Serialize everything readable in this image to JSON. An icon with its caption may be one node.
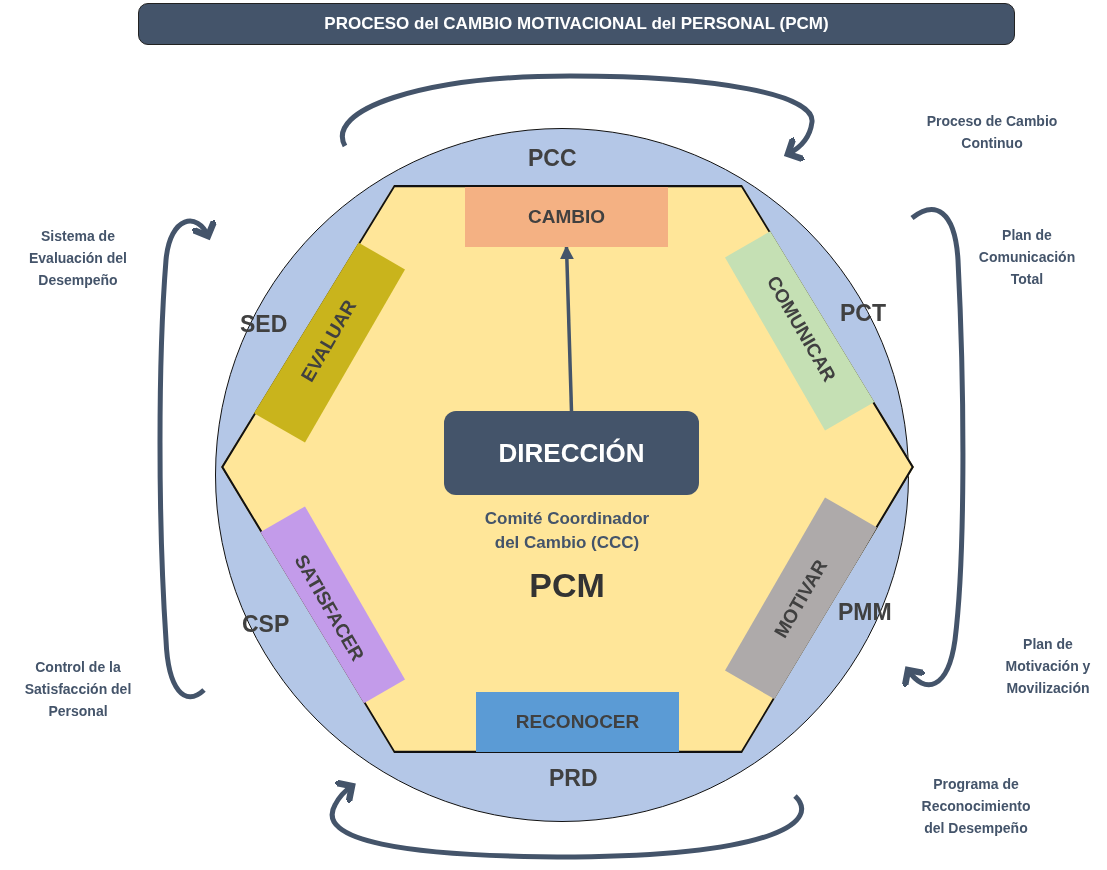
{
  "diagram": {
    "title": "PROCESO del CAMBIO MOTIVACIONAL del PERSONAL (PCM)",
    "nodes": [
      {
        "text": [],
        "shape": "circle"
      },
      {
        "text": [
          "Comité Coordinador del Cambio (CCC)",
          "PCM"
        ],
        "in": 0
      },
      {
        "text": [
          "CAMBIO"
        ],
        "in": 1
      },
      {
        "text": [
          "EVALUAR"
        ],
        "in": 1
      },
      {
        "text": [
          "COMUNICAR"
        ],
        "in": 1
      },
      {
        "text": [
          "DIRECCIÓN"
        ],
        "in": 1
      },
      {
        "text": [
          "SATISFACER"
        ],
        "in": 1
      },
      {
        "text": [
          "MOTIVAR"
        ],
        "in": 1
      },
      {
        "text": [
          "RECONOCER"
        ],
        "in": 1
      }
    ],
    "edges": [
      {
        "from": 5,
        "to": 2,
        "arrow": "to"
      }
    ],
    "labels": [
      "Proceso de Cambio Continuo",
      "PCC",
      "Sistema de Evaluación del Desempeño",
      "Plan de Comunicación Total",
      "SED",
      "PCT",
      "CSP",
      "PMM",
      "Plan de Motivación y Movilización",
      "Control de la Satisfacción del Personal",
      "PRD",
      "Programa de Reconocimiento del Desempeño"
    ]
  }
}
